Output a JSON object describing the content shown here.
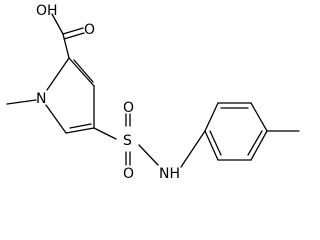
{
  "structure": {
    "atoms": {
      "hydroxyl": "OH",
      "carbonyl_oxygen": "O",
      "ring_nitrogen": "N",
      "sulfonyl_oxygen_top": "O",
      "sulfonyl_oxygen_bottom": "O",
      "sulfur": "S",
      "amide_nh": "NH"
    }
  }
}
